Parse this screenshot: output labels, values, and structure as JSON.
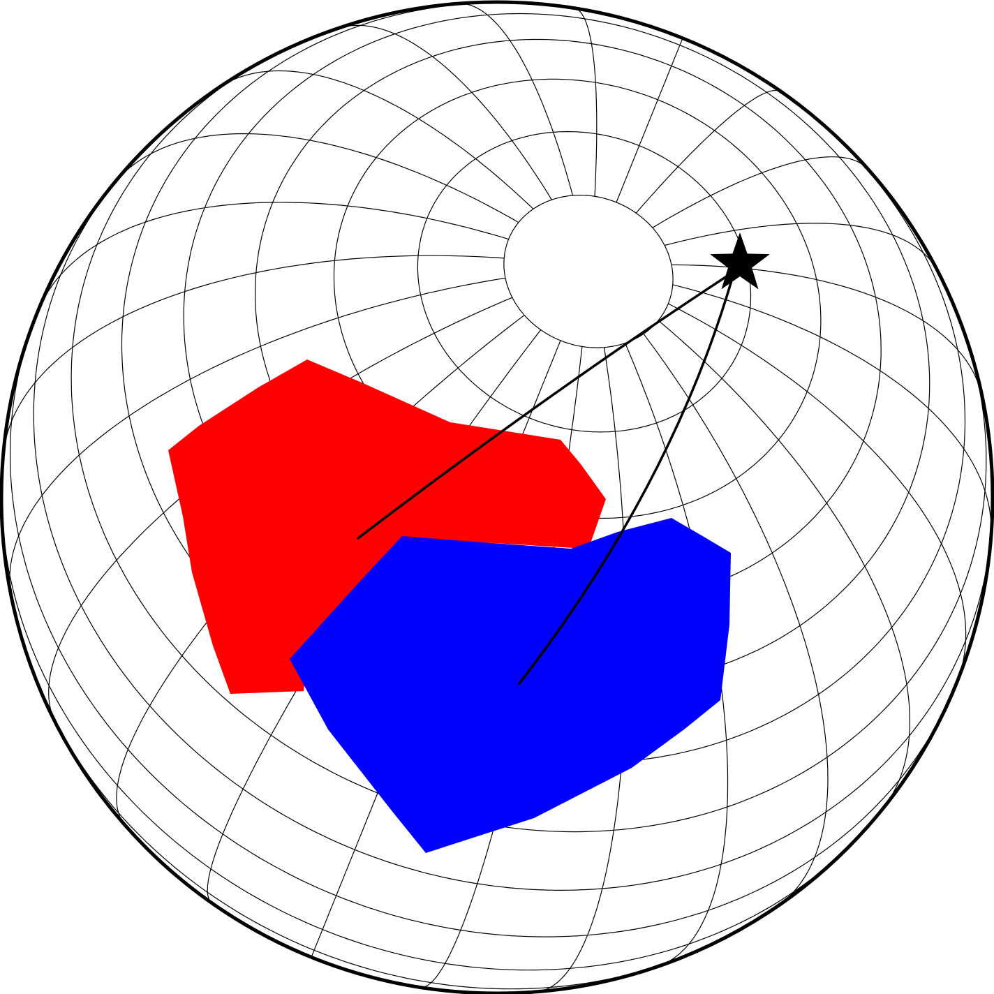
{
  "map": {
    "projection": "orthographic",
    "graticule": {
      "parallel_step_deg": 10,
      "meridian_step_deg": 15
    },
    "colors": {
      "outline": "#000000",
      "graticule": "#000000",
      "region_red": "#ff0000",
      "region_blue": "#0000ff",
      "marker": "#000000"
    },
    "regions": [
      {
        "name": "red-region",
        "color": "#ff0000"
      },
      {
        "name": "blue-region",
        "color": "#0000ff"
      }
    ],
    "marker": {
      "name": "star-marker",
      "icon": "star-icon"
    },
    "paths": [
      {
        "name": "path-from-red",
        "style": "great-circle"
      },
      {
        "name": "path-from-blue",
        "style": "curved"
      }
    ]
  }
}
